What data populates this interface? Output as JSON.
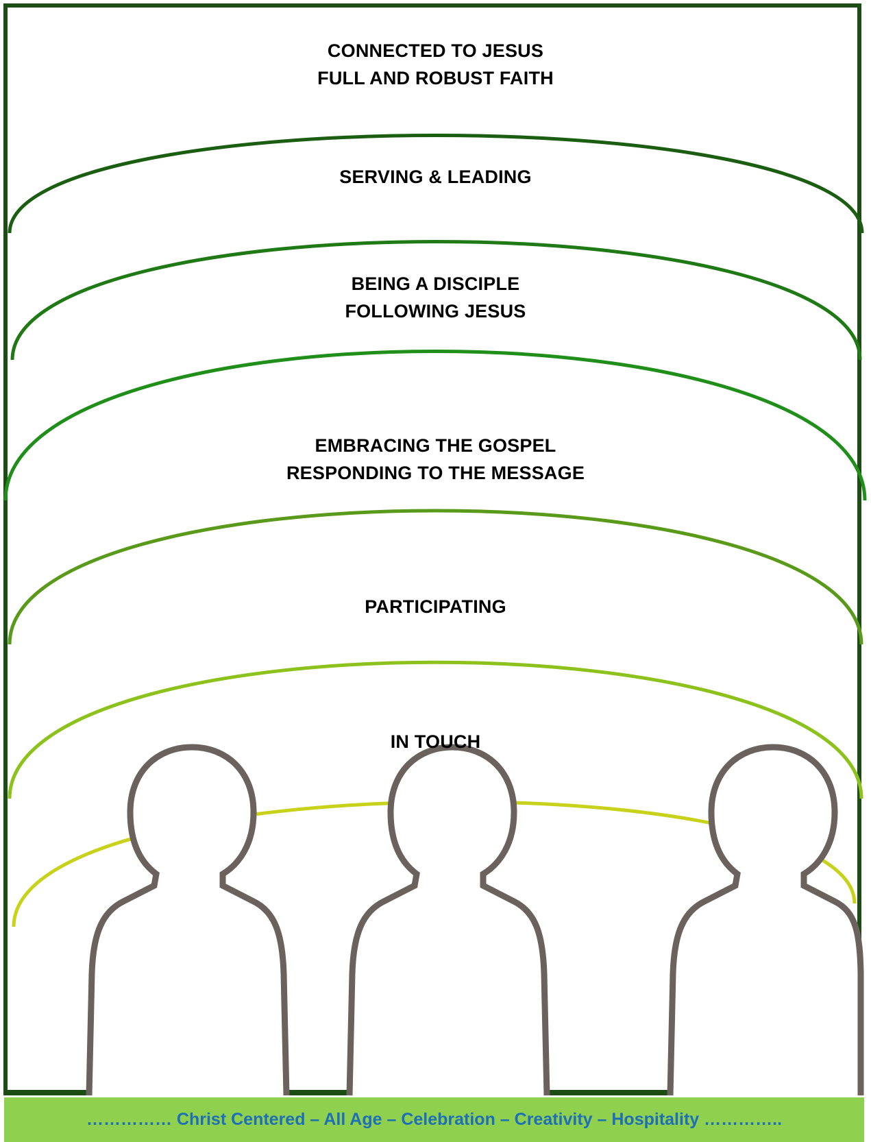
{
  "layers": [
    {
      "line1": "CONNECTED TO JESUS",
      "line2": "FULL AND ROBUST FAITH",
      "color": "#1b5e12"
    },
    {
      "line1": "SERVING & LEADING",
      "line2": "",
      "color": "#1f7a16"
    },
    {
      "line1": "BEING A DISCIPLE",
      "line2": "FOLLOWING JESUS",
      "color": "#1f8f1a"
    },
    {
      "line1": "EMBRACING THE GOSPEL",
      "line2": "RESPONDING TO THE MESSAGE",
      "color": "#5a9a1a"
    },
    {
      "line1": "PARTICIPATING",
      "line2": "",
      "color": "#8cc21b"
    },
    {
      "line1": "IN TOUCH",
      "line2": "",
      "color": "#c9d21a"
    }
  ],
  "footer": {
    "text": "…………… Christ Centered – All Age – Celebration – Creativity – Hospitality …………..",
    "background": "#8fd14f",
    "text_color": "#1f6fb5"
  },
  "colors": {
    "frame": "#1b4d14",
    "figure_outline": "#6b625d"
  }
}
